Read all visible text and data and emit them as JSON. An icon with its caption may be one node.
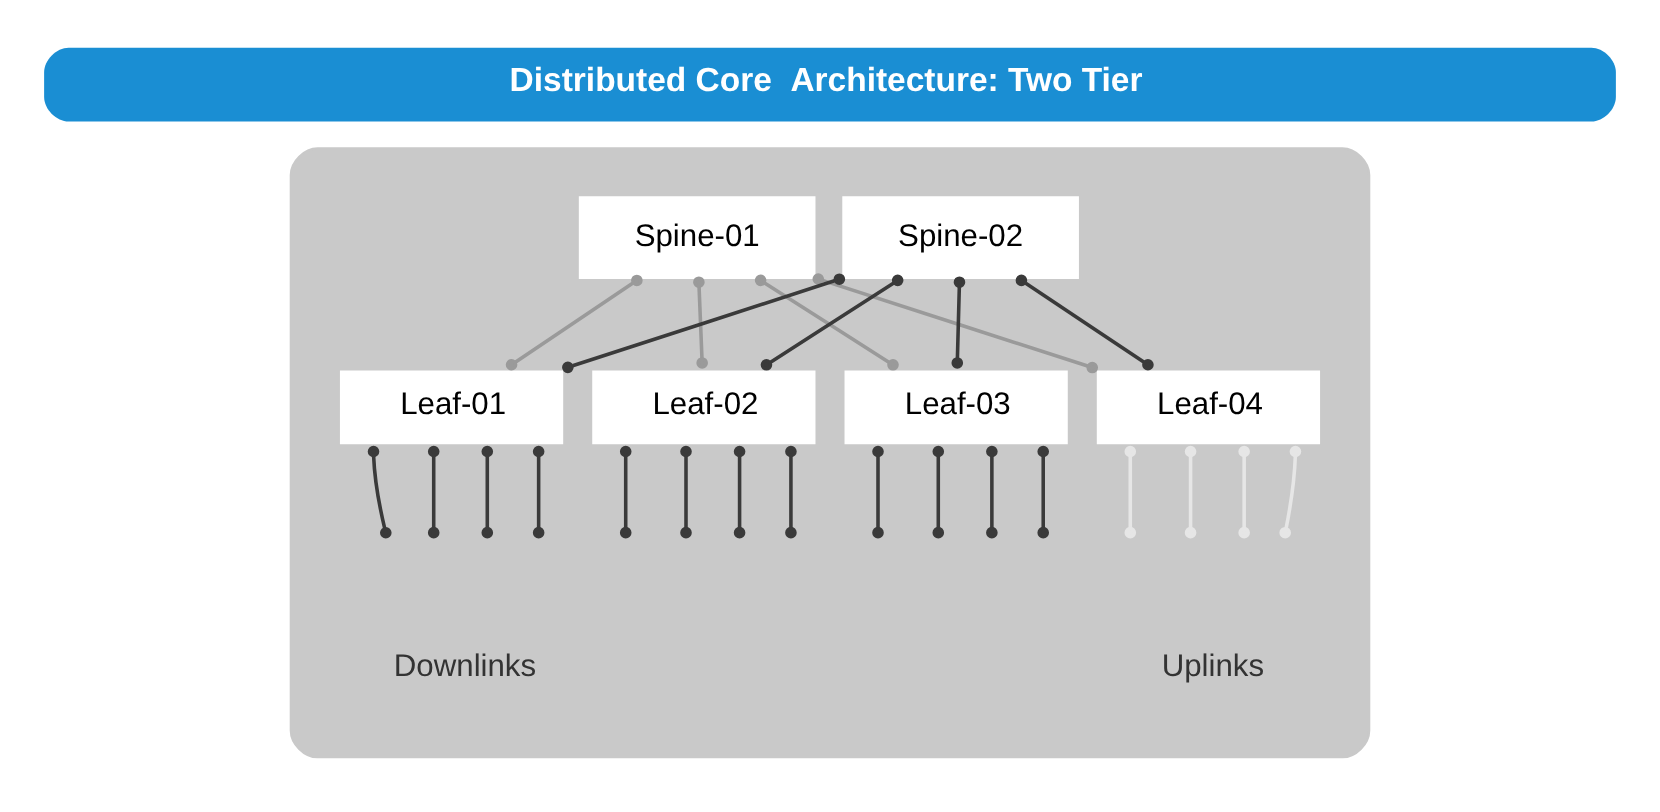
{
  "diagram": {
    "title": "Distributed Core  Architecture: Two Tier",
    "nodes": [
      {
        "text": [],
        "shape": "box"
      },
      {
        "text": [
          "Spine-01"
        ],
        "in": 0
      },
      {
        "text": [
          "Spine-02"
        ],
        "in": 0
      },
      {
        "text": [
          "Leaf-01"
        ],
        "in": 0
      },
      {
        "text": [
          "Leaf-02"
        ],
        "in": 0
      },
      {
        "text": [
          "Leaf-03"
        ],
        "in": 0
      },
      {
        "text": [
          "Leaf-04"
        ],
        "in": 0
      }
    ],
    "edges": [
      {
        "from": 1,
        "to": 3,
        "arrow": "other",
        "color": "#9a9a9a"
      },
      {
        "from": 1,
        "to": 4,
        "arrow": "other",
        "color": "#9a9a9a"
      },
      {
        "from": 1,
        "to": 5,
        "arrow": "other",
        "color": "#9a9a9a"
      },
      {
        "from": 1,
        "to": 6,
        "arrow": "other",
        "color": "#9a9a9a"
      },
      {
        "from": 2,
        "to": 3,
        "arrow": "other"
      },
      {
        "from": 2,
        "to": 4,
        "arrow": "other"
      },
      {
        "from": 2,
        "to": 5,
        "arrow": "other"
      },
      {
        "from": 2,
        "to": 6,
        "arrow": "other"
      },
      {
        "from": 3,
        "to": null,
        "arrow": "other"
      },
      {
        "from": 3,
        "to": null,
        "arrow": "other"
      },
      {
        "from": 3,
        "to": null,
        "arrow": "other"
      },
      {
        "from": 3,
        "to": null,
        "arrow": "other"
      },
      {
        "from": 4,
        "to": null,
        "arrow": "other"
      },
      {
        "from": 4,
        "to": null,
        "arrow": "other"
      },
      {
        "from": 4,
        "to": null,
        "arrow": "other"
      },
      {
        "from": 4,
        "to": null,
        "arrow": "other"
      },
      {
        "from": 5,
        "to": null,
        "arrow": "other"
      },
      {
        "from": 5,
        "to": null,
        "arrow": "other"
      },
      {
        "from": 5,
        "to": null,
        "arrow": "other"
      },
      {
        "from": 5,
        "to": null,
        "arrow": "other"
      },
      {
        "from": 6,
        "to": null,
        "arrow": "other",
        "color": "#e6e6e6"
      },
      {
        "from": 6,
        "to": null,
        "arrow": "other",
        "color": "#e6e6e6"
      },
      {
        "from": 6,
        "to": null,
        "arrow": "other",
        "color": "#e6e6e6"
      },
      {
        "from": 6,
        "to": null,
        "arrow": "other",
        "color": "#e6e6e6"
      }
    ],
    "labels": [
      "Downlinks",
      "Uplinks"
    ]
  }
}
